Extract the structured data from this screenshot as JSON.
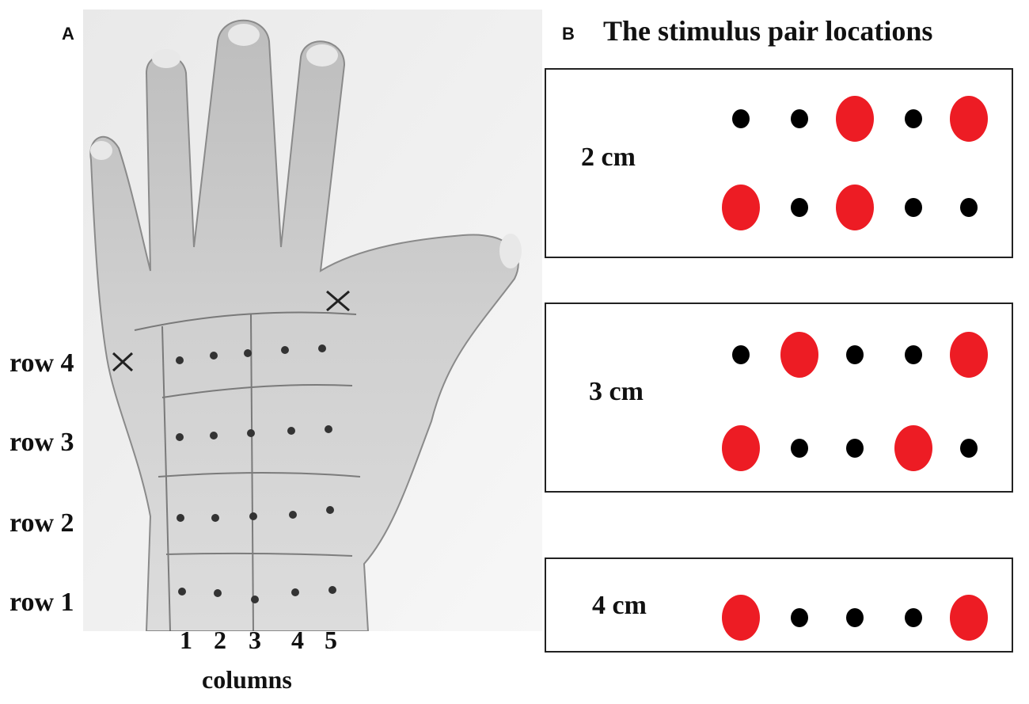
{
  "panel_a": {
    "letter": "A",
    "row_labels": [
      "row 4",
      "row 3",
      "row 2",
      "row 1"
    ],
    "column_numbers": [
      "1",
      "2",
      "3",
      "4",
      "5"
    ],
    "columns_label": "columns"
  },
  "panel_b": {
    "letter": "B",
    "title": "The stimulus pair locations",
    "boxes": [
      {
        "label": "2 cm",
        "rows": [
          [
            "black",
            "black",
            "red",
            "black",
            "red"
          ],
          [
            "red",
            "black",
            "red",
            "black",
            "black"
          ]
        ]
      },
      {
        "label": "3 cm",
        "rows": [
          [
            "black",
            "red",
            "black",
            "black",
            "red"
          ],
          [
            "red",
            "black",
            "black",
            "red",
            "black"
          ]
        ]
      },
      {
        "label": "4 cm",
        "rows": [
          [
            "red",
            "black",
            "black",
            "black",
            "red"
          ]
        ]
      }
    ]
  },
  "colors": {
    "stimulus_red": "#ed1c24",
    "dot_black": "#000000"
  }
}
